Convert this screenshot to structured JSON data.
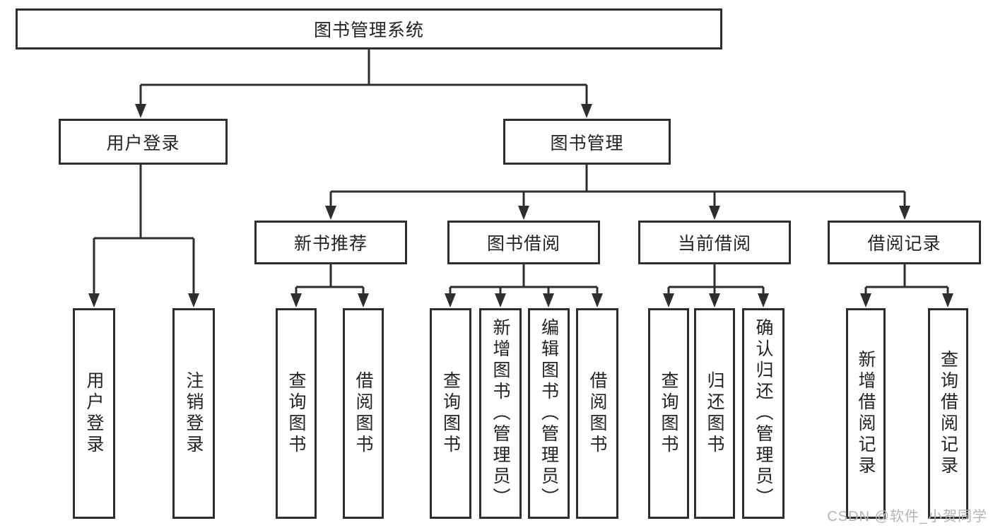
{
  "diagram": {
    "root": {
      "label": "图书管理系统"
    },
    "level2": [
      {
        "label": "用户登录",
        "children": [
          {
            "label": "用户登录"
          },
          {
            "label": "注销登录"
          }
        ]
      },
      {
        "label": "图书管理",
        "children": [
          {
            "label": "新书推荐",
            "children": [
              {
                "label": "查询图书"
              },
              {
                "label": "借阅图书"
              }
            ]
          },
          {
            "label": "图书借阅",
            "children": [
              {
                "label": "查询图书"
              },
              {
                "label": "新增图书（管理员）"
              },
              {
                "label": "编辑图书（管理员）"
              },
              {
                "label": "借阅图书"
              }
            ]
          },
          {
            "label": "当前借阅",
            "children": [
              {
                "label": "查询图书"
              },
              {
                "label": "归还图书"
              },
              {
                "label": "确认归还（管理员）"
              }
            ]
          },
          {
            "label": "借阅记录",
            "children": [
              {
                "label": "新增借阅记录"
              },
              {
                "label": "查询借阅记录"
              }
            ]
          }
        ]
      }
    ]
  },
  "watermark": {
    "text": "CSDN @软件_小贺同学"
  },
  "colors": {
    "line": "#2e2e2e",
    "box_border": "#2e2e2e",
    "text": "#232323",
    "watermark": "#b4b4b4",
    "background": "#ffffff"
  }
}
